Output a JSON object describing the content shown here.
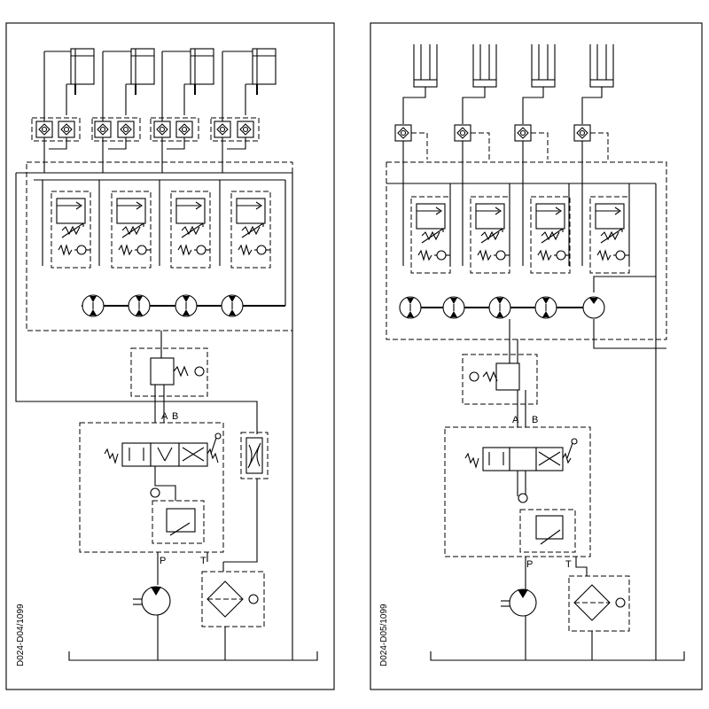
{
  "diagrams": [
    {
      "drawing_code": "D024-D04/1099",
      "port_labels": {
        "a": "A",
        "b": "B",
        "p": "P",
        "t": "T"
      }
    },
    {
      "drawing_code": "D024-D05/1099",
      "port_labels": {
        "a": "A",
        "b": "B",
        "p": "P",
        "t": "T"
      }
    }
  ],
  "colors": {
    "line": "#000000",
    "background": "#ffffff"
  }
}
